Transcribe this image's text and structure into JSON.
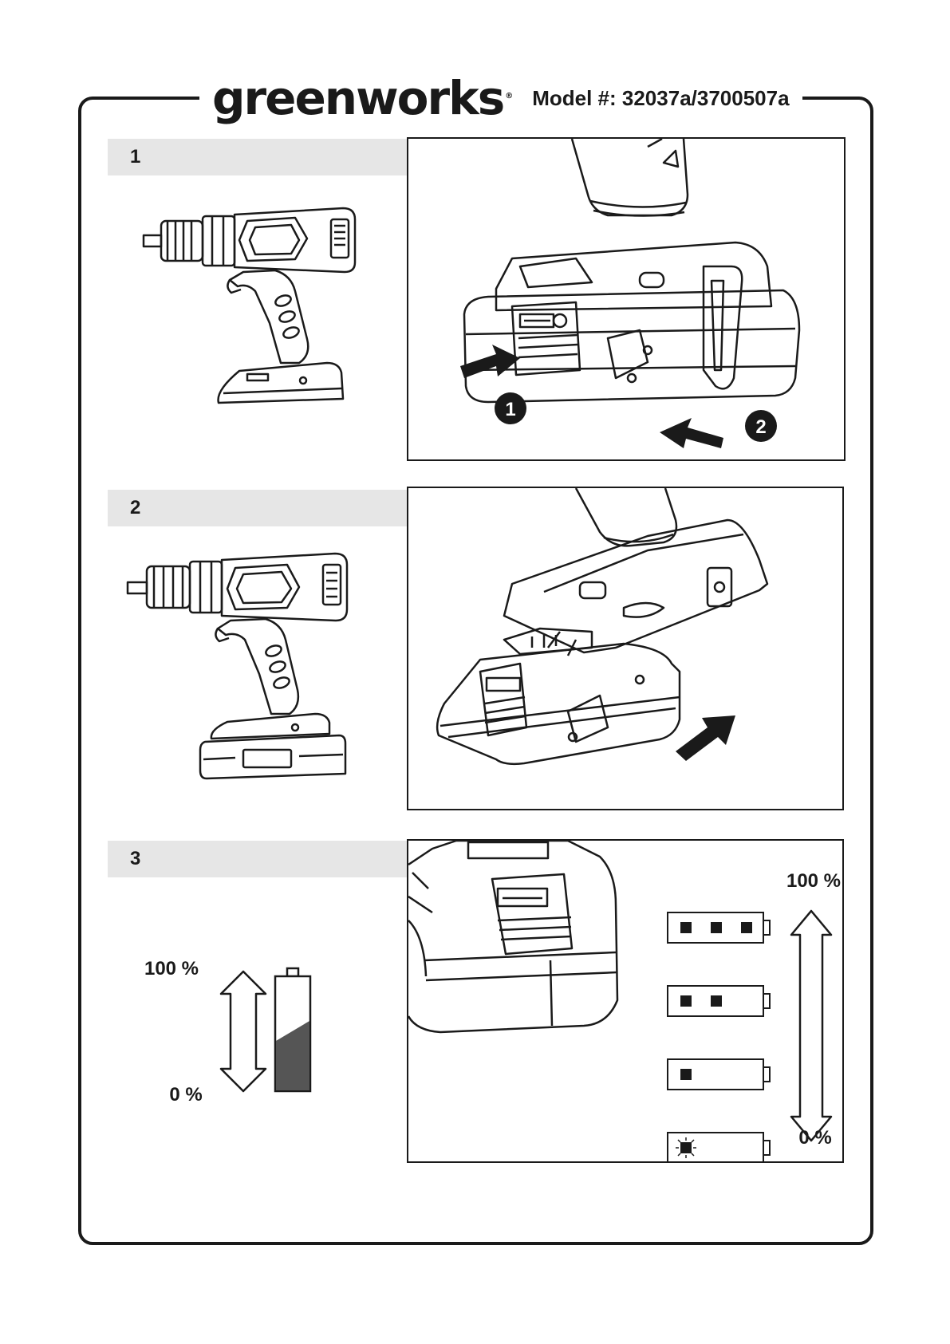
{
  "header": {
    "brand": "greenworks",
    "registered_mark": "®",
    "model": "Model #: 32037a/3700507a"
  },
  "steps": [
    {
      "number": "1"
    },
    {
      "number": "2"
    },
    {
      "number": "3"
    }
  ],
  "step1": {
    "callout_1": "1",
    "callout_2": "2"
  },
  "step3": {
    "left_top": "100 %",
    "left_bottom": "0 %",
    "right_top": "100 %",
    "right_bottom": "0 %",
    "charge_levels": [
      {
        "bars": 3
      },
      {
        "bars": 2
      },
      {
        "bars": 1
      },
      {
        "bars": 1,
        "blinking": true
      }
    ],
    "left_battery_fill_fraction": 0.6
  },
  "colors": {
    "line": "#1a1a1a",
    "step_bar": "#e6e6e6",
    "battery_fill": "#555555"
  }
}
